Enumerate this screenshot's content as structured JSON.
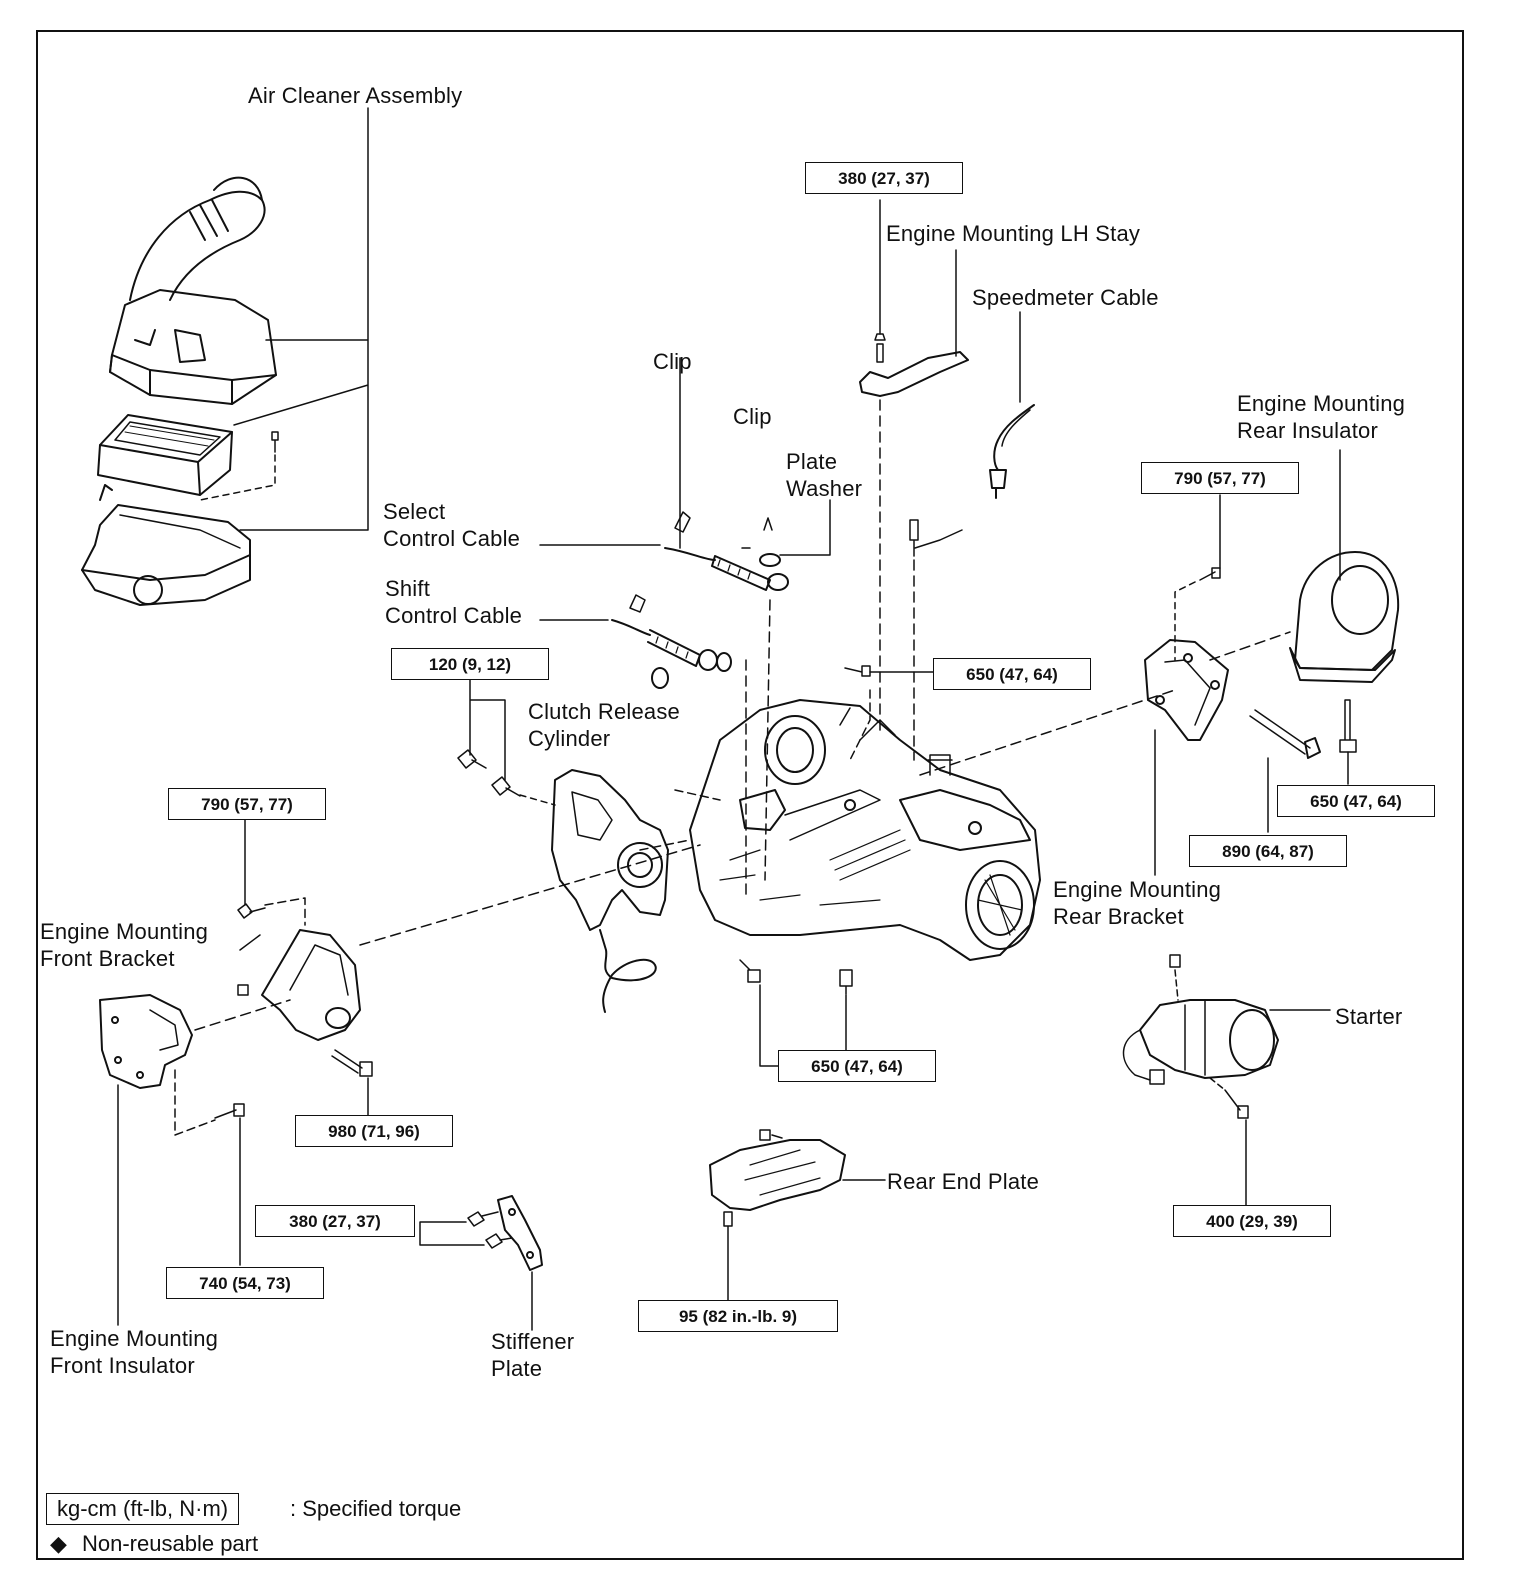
{
  "labels": {
    "air_cleaner": "Air Cleaner Assembly",
    "lh_stay": "Engine Mounting LH Stay",
    "speedometer": "Speedmeter Cable",
    "clip_1": "Clip",
    "clip_2": "Clip",
    "plate_washer": "Plate\nWasher",
    "select_cable": "Select\nControl Cable",
    "shift_cable": "Shift\nControl Cable",
    "rear_insulator": "Engine Mounting\nRear Insulator",
    "clutch_cylinder": "Clutch Release\nCylinder",
    "front_bracket": "Engine Mounting\nFront Bracket",
    "rear_bracket": "Engine Mounting\nRear Bracket",
    "starter": "Starter",
    "rear_end_plate": "Rear End Plate",
    "front_insulator": "Engine Mounting\nFront Insulator",
    "stiffener": "Stiffener\nPlate"
  },
  "torques": {
    "lh_stay": "380 (27, 37)",
    "rear_insulator_bolt": "790 (57, 77)",
    "cable_bracket": "650 (47, 64)",
    "clutch_cylinder": "120 (9, 12)",
    "front_bracket": "790 (57, 77)",
    "rear_insulator_nut": "650 (47, 64)",
    "through_bolt": "890 (64, 87)",
    "transaxle_lower": "650 (47, 64)",
    "front_insulator_bolt": "980 (71, 96)",
    "stiffener": "380 (27, 37)",
    "front_insulator": "740 (54, 73)",
    "starter": "400 (29, 39)",
    "rear_end_plate": "95 (82 in.-lb. 9)"
  },
  "legend": {
    "unit_box": "kg-cm (ft-lb, N·m)",
    "unit_desc": ": Specified torque",
    "nonreusable_symbol": "◆",
    "nonreusable_text": "Non-reusable part"
  }
}
